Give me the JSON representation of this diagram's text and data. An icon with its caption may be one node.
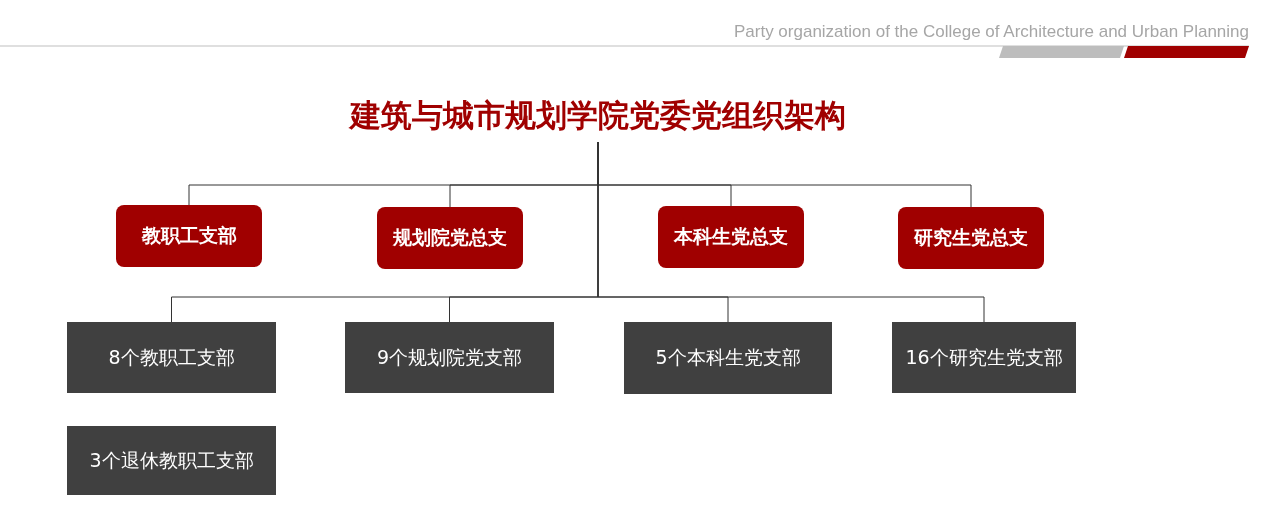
{
  "diagram": {
    "nodes": [
      {
        "text": [
          "建筑与城市规划学院党委党组织架构"
        ]
      },
      {
        "text": [
          "教职工支部"
        ]
      },
      {
        "text": [
          "规划院党总支"
        ]
      },
      {
        "text": [
          "本科生党总支"
        ]
      },
      {
        "text": [
          "研究生党总支"
        ]
      },
      {
        "text": [
          "8个教职工支部"
        ]
      },
      {
        "text": [
          "9个规划院党支部"
        ]
      },
      {
        "text": [
          "5个本科生党支部"
        ]
      },
      {
        "text": [
          "16个研究生党支部"
        ]
      },
      {
        "text": [
          "3个退休教职工支部"
        ]
      }
    ],
    "edges": [
      {
        "from": 0,
        "to": 1,
        "arrow": "none"
      },
      {
        "from": 0,
        "to": 2,
        "arrow": "none"
      },
      {
        "from": 0,
        "to": 3,
        "arrow": "none"
      },
      {
        "from": 0,
        "to": 4,
        "arrow": "none"
      },
      {
        "from": 0,
        "to": 5,
        "arrow": "none"
      },
      {
        "from": 0,
        "to": 6,
        "arrow": "none"
      },
      {
        "from": 0,
        "to": 7,
        "arrow": "none"
      },
      {
        "from": 0,
        "to": 8,
        "arrow": "none"
      }
    ],
    "labels": [
      "Party organization of the College of Architecture and Urban Planning"
    ]
  }
}
